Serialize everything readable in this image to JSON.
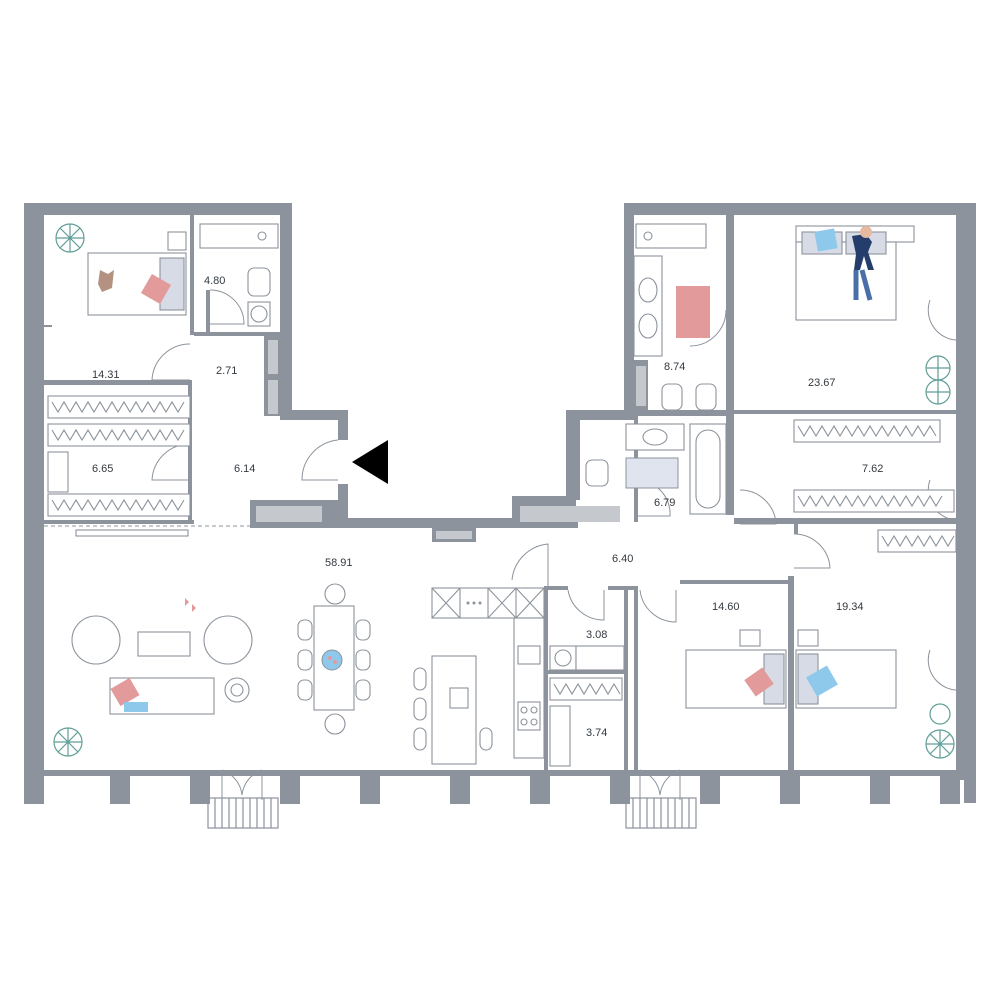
{
  "rooms": [
    {
      "id": "bedroom-nw",
      "area": "14.31"
    },
    {
      "id": "bathroom-nw",
      "area": "4.80"
    },
    {
      "id": "corridor-nw",
      "area": "2.71"
    },
    {
      "id": "wardrobe-nw",
      "area": "6.65"
    },
    {
      "id": "hall",
      "area": "6.14"
    },
    {
      "id": "living-kitchen",
      "area": "58.91"
    },
    {
      "id": "bathroom-ne",
      "area": "8.74"
    },
    {
      "id": "master-bedroom",
      "area": "23.67"
    },
    {
      "id": "wardrobe-ne",
      "area": "7.62"
    },
    {
      "id": "bathroom-center",
      "area": "6.79"
    },
    {
      "id": "corridor-center",
      "area": "6.40"
    },
    {
      "id": "utility-room",
      "area": "3.08"
    },
    {
      "id": "storage-room",
      "area": "3.74"
    },
    {
      "id": "bedroom-se",
      "area": "14.60"
    },
    {
      "id": "bedroom-e",
      "area": "19.34"
    }
  ],
  "colors": {
    "wall": "#8c939c",
    "wall_light": "#c5c9ce",
    "accent_pink": "#e39a9a",
    "accent_blue": "#8ec9ec",
    "plant": "#5f9e96",
    "entrance_marker": "#000000"
  },
  "icons": [
    "entrance-arrow-icon",
    "plant-icon",
    "bed-icon",
    "sofa-icon",
    "dining-table-icon",
    "kitchen-island-icon",
    "bathtub-icon",
    "toilet-icon",
    "sink-icon",
    "wardrobe-icon"
  ]
}
